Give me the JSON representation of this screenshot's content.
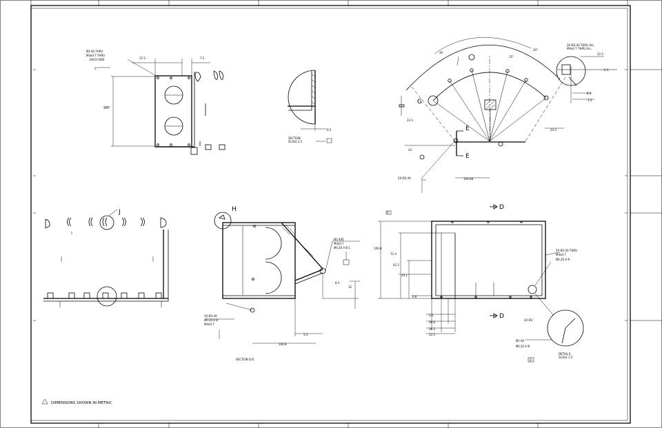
{
  "drawing": {
    "view_labels": {
      "section_d": "SECTION D-D",
      "detail_e_line1": "DETAIL  E",
      "detail_e_line2": "SCALE 1:5"
    },
    "callouts": {
      "j": "J",
      "h": "H",
      "g": "G",
      "e_top": "E",
      "e_bottom": "E",
      "d_top": "D",
      "d_bottom": "D",
      "d_mark": "D",
      "a_mark": "A"
    },
    "notes": {
      "flag_1": "DIMENSIONS SHOWN IN METRIC"
    }
  }
}
